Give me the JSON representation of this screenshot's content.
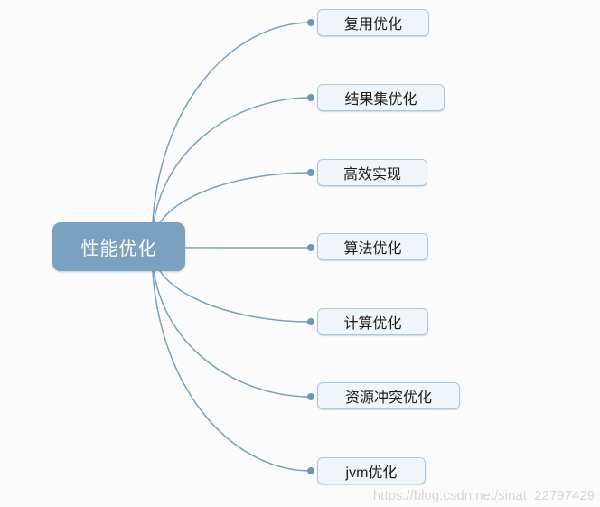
{
  "canvas": {
    "background": "#fbfbfb"
  },
  "mindmap": {
    "root": {
      "label": "性能优化",
      "fill_color": "#7ba1c0",
      "text_color": "#ffffff"
    },
    "branches": [
      {
        "label": "复用优化"
      },
      {
        "label": "结果集优化"
      },
      {
        "label": "高效实现"
      },
      {
        "label": "算法优化"
      },
      {
        "label": "计算优化"
      },
      {
        "label": "资源冲突优化"
      },
      {
        "label": "jvm优化"
      }
    ],
    "style": {
      "connector_color": "#7d9fbc",
      "connector_dot_color": "#7095b5",
      "branch_border_color": "#abc8dd",
      "branch_fill_color": "#eff5f9"
    }
  },
  "watermark": {
    "text": "https://blog.csdn.net/sinat_22797429"
  }
}
